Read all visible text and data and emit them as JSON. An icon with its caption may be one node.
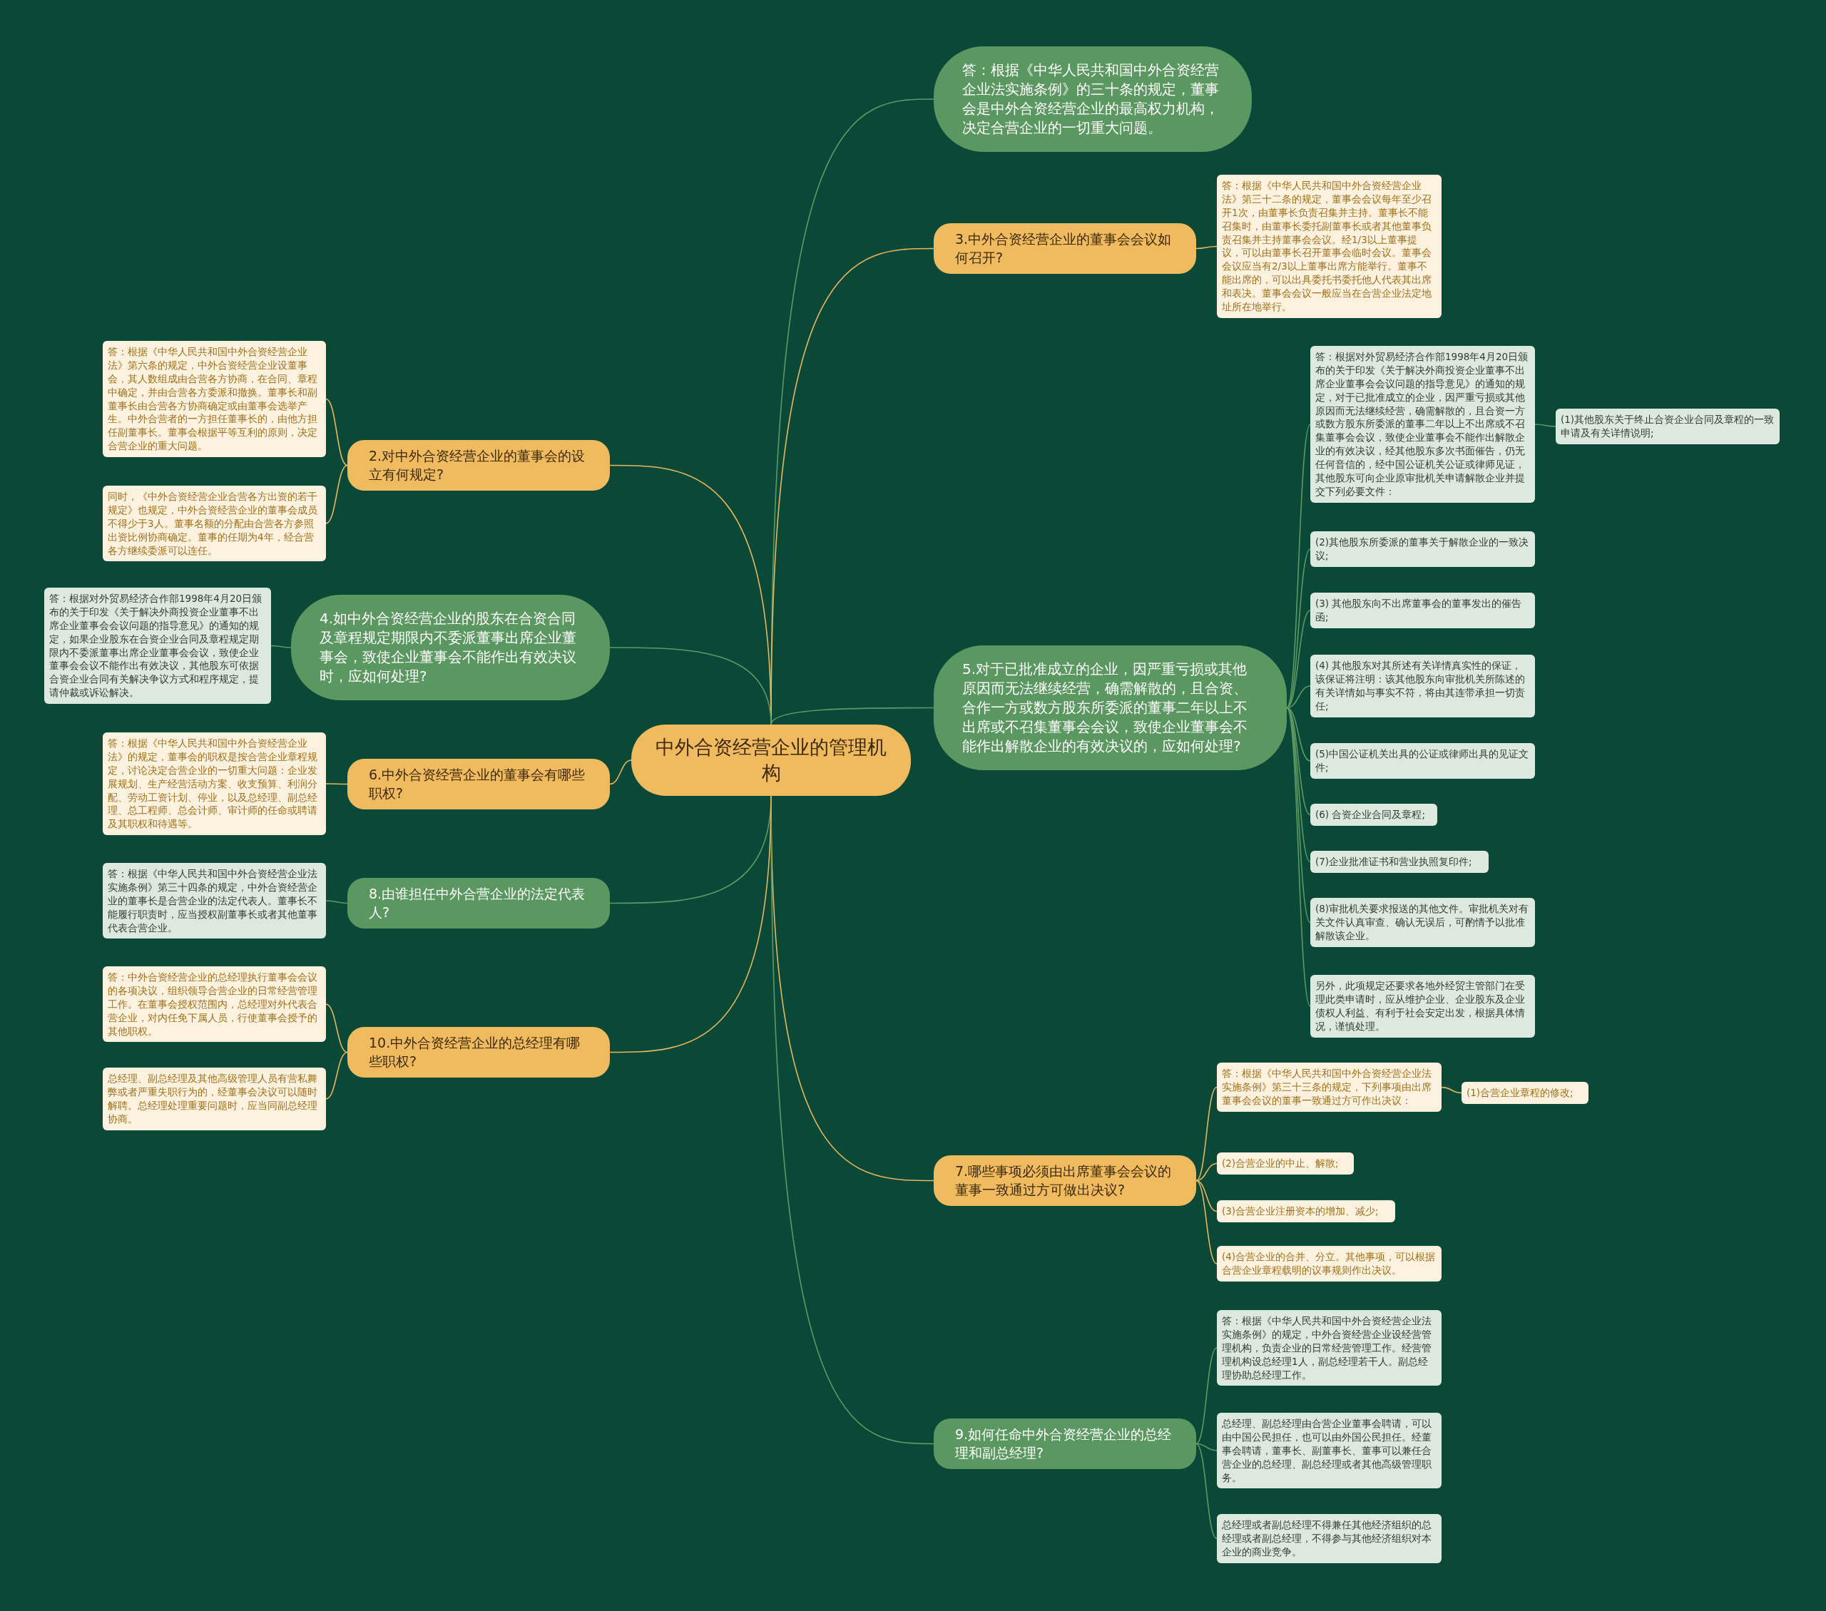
{
  "diagram": {
    "nodes": [
      {
        "text": [
          "中外合资经营企业的管理机构"
        ]
      },
      {
        "text": [
          "答：根据《中华人民共和国中外合资经营企业法实施条例》的三十条的规定，董事会是中外合资经营企业的最高权力机构，决定合营企业的一切重大问题。"
        ]
      },
      {
        "text": [
          "3.中外合资经营企业的董事会会议如何召开?"
        ]
      },
      {
        "text": [
          "答：根据《中华人民共和国中外合资经营企业法》第三十二条的规定，董事会会议每年至少召开1次，由董事长负责召集并主持。董事长不能召集时，由董事长委托副董事长或者其他董事负责召集并主持董事会会议。经1/3以上董事提议，可以由董事长召开董事会临时会议。董事会会议应当有2/3以上董事出席方能举行。董事不能出席的，可以出具委托书委托他人代表其出席和表决。董事会会议一般应当在合营企业法定地址所在地举行。"
        ]
      },
      {
        "text": [
          "5.对于已批准成立的企业，因严重亏损或其他原因而无法继续经营，确需解散的，且合资、合作一方或数方股东所委派的董事二年以上不出席或不召集董事会会议，致使企业董事会不能作出解散企业的有效决议的，应如何处理?"
        ]
      },
      {
        "text": [
          "答：根据对外贸易经济合作部1998年4月20日颁布的关于印发《关于解决外商投资企业董事不出席企业董事会会议问题的指导意见》的通知的规定，对于已批准成立的企业，因严重亏损或其他原因而无法继续经营，确需解散的，且合资一方或数方股东所委派的董事二年以上不出席或不召集董事会会议，致使企业董事会不能作出解散企业的有效决议，经其他股东多次书面催告，仍无任何音信的，经中国公证机关公证或律师见证，其他股东可向企业原审批机关申请解散企业并提交下列必要文件："
        ]
      },
      {
        "text": [
          "(1)其他股东关于终止合资企业合同及章程的一致申请及有关详情说明;"
        ]
      },
      {
        "text": [
          "(2)其他股东所委派的董事关于解散企业的一致决议;"
        ]
      },
      {
        "text": [
          "(3) 其他股东向不出席董事会的董事发出的催告函;"
        ]
      },
      {
        "text": [
          "(4) 其他股东对其所述有关详情真实性的保证，该保证将注明：该其他股东向审批机关所陈述的有关详情如与事实不符，将由其连带承担一切责任;"
        ]
      },
      {
        "text": [
          "(5)中国公证机关出具的公证或律师出具的见证文件;"
        ]
      },
      {
        "text": [
          "(6) 合资企业合同及章程;"
        ]
      },
      {
        "text": [
          "(7)企业批准证书和营业执照复印件;"
        ]
      },
      {
        "text": [
          "(8)审批机关要求报送的其他文件。审批机关对有关文件认真审查、确认无误后，可酌情予以批准解散该企业。"
        ]
      },
      {
        "text": [
          "另外，此项规定还要求各地外经贸主管部门在受理此类申请时，应从维护企业、企业股东及企业债权人利益、有利于社会安定出发，根据具体情况，谨慎处理。"
        ]
      },
      {
        "text": [
          "7.哪些事项必须由出席董事会会议的董事一致通过方可做出决议?"
        ]
      },
      {
        "text": [
          "答：根据《中华人民共和国中外合资经营企业法实施条例》第三十三条的规定，下列事项由出席董事会会议的董事一致通过方可作出决议："
        ]
      },
      {
        "text": [
          "(1)合营企业章程的修改;"
        ]
      },
      {
        "text": [
          "(2)合营企业的中止、解散;"
        ]
      },
      {
        "text": [
          "(3)合营企业注册资本的增加、减少;"
        ]
      },
      {
        "text": [
          "(4)合营企业的合并、分立。其他事项，可以根据合营企业章程载明的议事规则作出决议。"
        ]
      },
      {
        "text": [
          "9.如何任命中外合资经营企业的总经理和副总经理?"
        ]
      },
      {
        "text": [
          "答：根据《中华人民共和国中外合资经营企业法实施条例》的规定，中外合资经营企业设经营管理机构，负责企业的日常经营管理工作。经营管理机构设总经理1人，副总经理若干人。副总经理协助总经理工作。"
        ]
      },
      {
        "text": [
          "总经理、副总经理由合营企业董事会聘请，可以由中国公民担任，也可以由外国公民担任。经董事会聘请，董事长、副董事长、董事可以兼任合营企业的总经理、副总经理或者其他高级管理职务。"
        ]
      },
      {
        "text": [
          "总经理或者副总经理不得兼任其他经济组织的总经理或者副总经理，不得参与其他经济组织对本企业的商业竞争。"
        ]
      },
      {
        "text": [
          "2.对中外合资经营企业的董事会的设立有何规定?"
        ]
      },
      {
        "text": [
          "答：根据《中华人民共和国中外合资经营企业法》第六条的规定，中外合资经营企业设董事会，其人数组成由合营各方协商，在合同、章程中确定，并由合营各方委派和撤换。董事长和副董事长由合营各方协商确定或由董事会选举产生。中外合营者的一方担任董事长的，由他方担任副董事长。董事会根据平等互利的原则，决定合营企业的重大问题。"
        ]
      },
      {
        "text": [
          "同时，《中外合资经营企业合营各方出资的若干规定》也规定，中外合资经营企业的董事会成员不得少于3人。董事名额的分配由合营各方参照出资比例协商确定。董事的任期为4年，经合营各方继续委派可以连任。"
        ]
      },
      {
        "text": [
          "4.如中外合资经营企业的股东在合资合同及章程规定期限内不委派董事出席企业董事会，致使企业董事会不能作出有效决议时，应如何处理?"
        ]
      },
      {
        "text": [
          "答：根据对外贸易经济合作部1998年4月20日颁布的关于印发《关于解决外商投资企业董事不出席企业董事会会议问题的指导意见》的通知的规定，如果企业股东在合资企业合同及章程规定期限内不委派董事出席企业董事会会议，致使企业董事会会议不能作出有效决议，其他股东可依据合资企业合同有关解决争议方式和程序规定，提请仲裁或诉讼解决。"
        ]
      },
      {
        "text": [
          "6.中外合资经营企业的董事会有哪些职权?"
        ]
      },
      {
        "text": [
          "答：根据《中华人民共和国中外合资经营企业法》的规定，董事会的职权是按合营企业章程规定，讨论决定合营企业的一切重大问题：企业发展规划、生产经营活动方案、收支预算、利润分配、劳动工资计划、停业，以及总经理、副总经理、总工程师、总会计师、审计师的任命或聘请及其职权和待遇等。"
        ]
      },
      {
        "text": [
          "8.由谁担任中外合营企业的法定代表人?"
        ]
      },
      {
        "text": [
          "答：根据《中华人民共和国中外合资经营企业法实施条例》第三十四条的规定，中外合资经营企业的董事长是合营企业的法定代表人。董事长不能履行职责时，应当授权副董事长或者其他董事代表合营企业。"
        ]
      },
      {
        "text": [
          "10.中外合资经营企业的总经理有哪些职权?"
        ]
      },
      {
        "text": [
          "答：中外合资经营企业的总经理执行董事会会议的各项决议，组织领导合营企业的日常经营管理工作。在董事会授权范围内，总经理对外代表合营企业，对内任免下属人员，行使董事会授予的其他职权。"
        ]
      },
      {
        "text": [
          "总经理、副总经理及其他高级管理人员有营私舞弊或者严重失职行为的，经董事会决议可以随时解聘。总经理处理重要问题时，应当同副总经理协商。"
        ]
      }
    ],
    "edges": [
      {
        "from": 0,
        "to": 1,
        "arrow": "none"
      },
      {
        "from": 0,
        "to": 2,
        "arrow": "none",
        "color": "#e9b75c"
      },
      {
        "from": 2,
        "to": 3,
        "arrow": "none",
        "color": "#e9b75c"
      },
      {
        "from": 0,
        "to": 4,
        "arrow": "none"
      },
      {
        "from": 4,
        "to": 5,
        "arrow": "none"
      },
      {
        "from": 5,
        "to": 6,
        "arrow": "none"
      },
      {
        "from": 4,
        "to": 7,
        "arrow": "none"
      },
      {
        "from": 4,
        "to": 8,
        "arrow": "none"
      },
      {
        "from": 4,
        "to": 9,
        "arrow": "none"
      },
      {
        "from": 4,
        "to": 10,
        "arrow": "none"
      },
      {
        "from": 4,
        "to": 11,
        "arrow": "none"
      },
      {
        "from": 4,
        "to": 12,
        "arrow": "none"
      },
      {
        "from": 4,
        "to": 13,
        "arrow": "none"
      },
      {
        "from": 4,
        "to": 14,
        "arrow": "none"
      },
      {
        "from": 0,
        "to": 15,
        "arrow": "none",
        "color": "#e9b75c"
      },
      {
        "from": 15,
        "to": 16,
        "arrow": "none",
        "color": "#e9b75c"
      },
      {
        "from": 16,
        "to": 17,
        "arrow": "none",
        "color": "#e9b75c"
      },
      {
        "from": 15,
        "to": 18,
        "arrow": "none",
        "color": "#e9b75c"
      },
      {
        "from": 15,
        "to": 19,
        "arrow": "none",
        "color": "#e9b75c"
      },
      {
        "from": 15,
        "to": 20,
        "arrow": "none",
        "color": "#e9b75c"
      },
      {
        "from": 0,
        "to": 21,
        "arrow": "none"
      },
      {
        "from": 21,
        "to": 22,
        "arrow": "none"
      },
      {
        "from": 21,
        "to": 23,
        "arrow": "none"
      },
      {
        "from": 21,
        "to": 24,
        "arrow": "none"
      },
      {
        "from": 0,
        "to": 25,
        "arrow": "none",
        "color": "#e9b75c"
      },
      {
        "from": 25,
        "to": 26,
        "arrow": "none",
        "color": "#e9b75c"
      },
      {
        "from": 25,
        "to": 27,
        "arrow": "none",
        "color": "#e9b75c"
      },
      {
        "from": 0,
        "to": 28,
        "arrow": "none"
      },
      {
        "from": 28,
        "to": 29,
        "arrow": "none"
      },
      {
        "from": 0,
        "to": 30,
        "arrow": "none",
        "color": "#e9b75c"
      },
      {
        "from": 30,
        "to": 31,
        "arrow": "none",
        "color": "#e9b75c"
      },
      {
        "from": 0,
        "to": 32,
        "arrow": "none"
      },
      {
        "from": 32,
        "to": 33,
        "arrow": "none"
      },
      {
        "from": 0,
        "to": 34,
        "arrow": "none",
        "color": "#e9b75c"
      },
      {
        "from": 34,
        "to": 35,
        "arrow": "none",
        "color": "#e9b75c"
      },
      {
        "from": 34,
        "to": 36,
        "arrow": "none",
        "color": "#e9b75c"
      }
    ]
  }
}
